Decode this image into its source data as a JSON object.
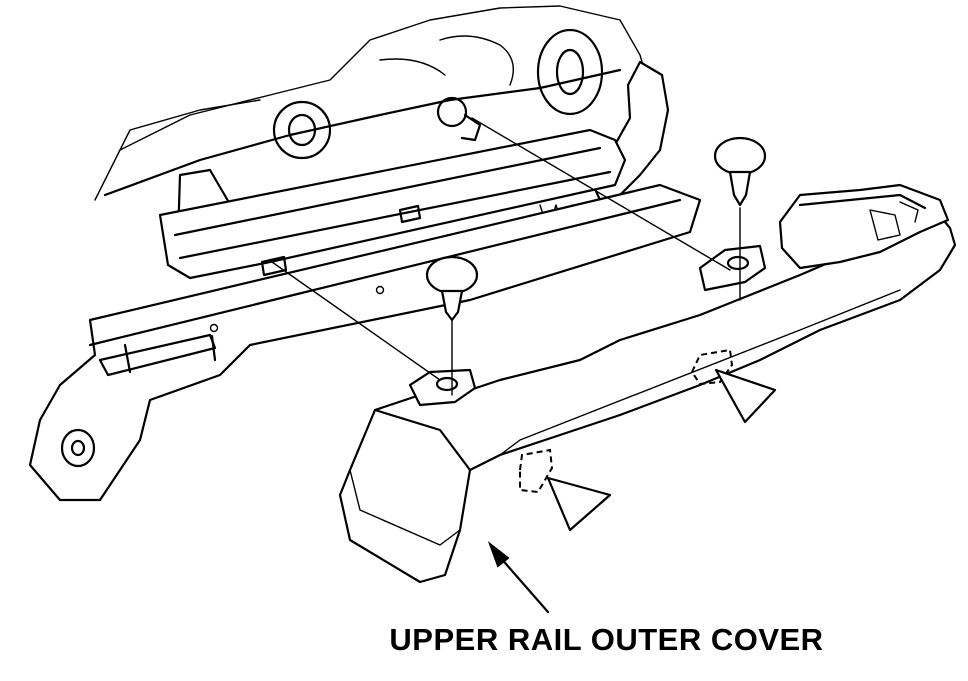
{
  "diagram": {
    "callout_label": "UPPER RAIL OUTER COVER",
    "parts": [
      {
        "name": "seat-frame"
      },
      {
        "name": "upper-rail"
      },
      {
        "name": "lower-rail"
      },
      {
        "name": "outer-cover"
      },
      {
        "name": "clip-front"
      },
      {
        "name": "clip-rear"
      }
    ],
    "line_color": "#000000",
    "background": "#ffffff"
  }
}
